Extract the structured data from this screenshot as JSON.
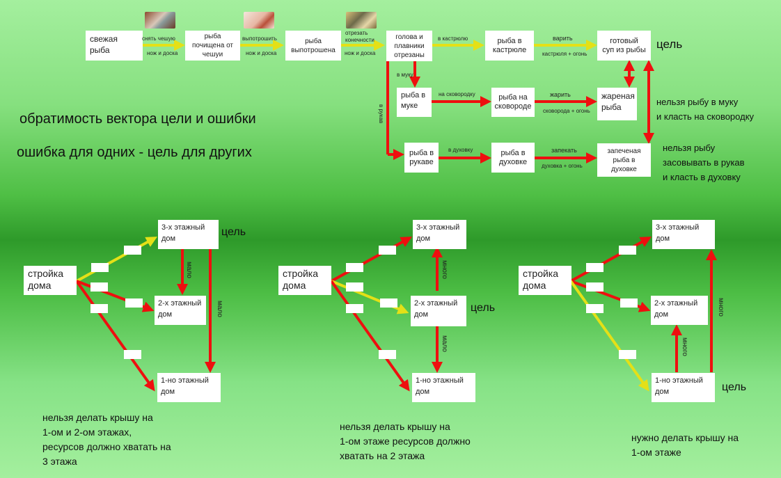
{
  "theme": {
    "red": "#ee0f0f",
    "yellow": "#e4e017",
    "background": "#7cd877"
  },
  "fish": {
    "nodes": {
      "fresh": "свежая\nрыба",
      "scaled": "рыба\nпочищена от\nчешуи",
      "gutted": "рыба\nвыпотрошена",
      "headless": "голова и\nплавники\nотрезаны",
      "in_pot": "рыба в\nкастрюле",
      "soup": "готовый\nсуп из рыбы",
      "floured": "рыба в\nмуке",
      "on_pan": "рыба на\nсковороде",
      "fried": "жареная\nрыба",
      "in_sleeve": "рыба в\nрукаве",
      "in_oven": "рыба в\nдуховке",
      "baked": "запеченая\nрыба в\nдуховке"
    },
    "edges": {
      "e1_top": "снять чешую",
      "e1_bottom": "нож и доска",
      "e2_top": "выпотрошить",
      "e2_bottom": "нож и доска",
      "e3_top": "отрезать\nконечности",
      "e3_bottom": "нож и доска",
      "e4_top": "в кастрюлю",
      "e5_top": "варить",
      "e5_bottom": "кастрюля + огонь",
      "flour": "в муку",
      "pan": "на сковородку",
      "fry_top": "жарить",
      "fry_bottom": "сковорода + огонь",
      "sleeve": "в рукав",
      "oven": "в духовку",
      "bake_top": "запекать",
      "bake_bottom": "духовка + огонь"
    },
    "goal": "цель",
    "note_fry": "нельзя рыбу в муку\nи класть на сковородку",
    "note_bake": "нельзя рыбу\nзасовывать в рукав\nи класть в духовку",
    "photos": [
      "photo-fish-icon",
      "photo-scaling-icon",
      "photo-cutting-icon"
    ]
  },
  "headline": {
    "line1": "обратимость вектора цели и ошибки",
    "line2": "ошибка для одних - цель для других"
  },
  "houses": {
    "build": "стройка\nдома",
    "h3": "3-х этажный\nдом",
    "h2": "2-х этажный\nдом",
    "h1": "1-но этажный\nдом",
    "few": "мало",
    "many": "много",
    "goal": "цель",
    "note1": "нельзя делать крышу на\n1-ом и 2-ом этажах,\nресурсов должно хватать на\n3 этажа",
    "note2": "нельзя делать крышу на\n1-ом этаже ресурсов должно\nхватать на 2 этажа",
    "note3": "нужно делать крышу на\n1-ом этаже"
  }
}
